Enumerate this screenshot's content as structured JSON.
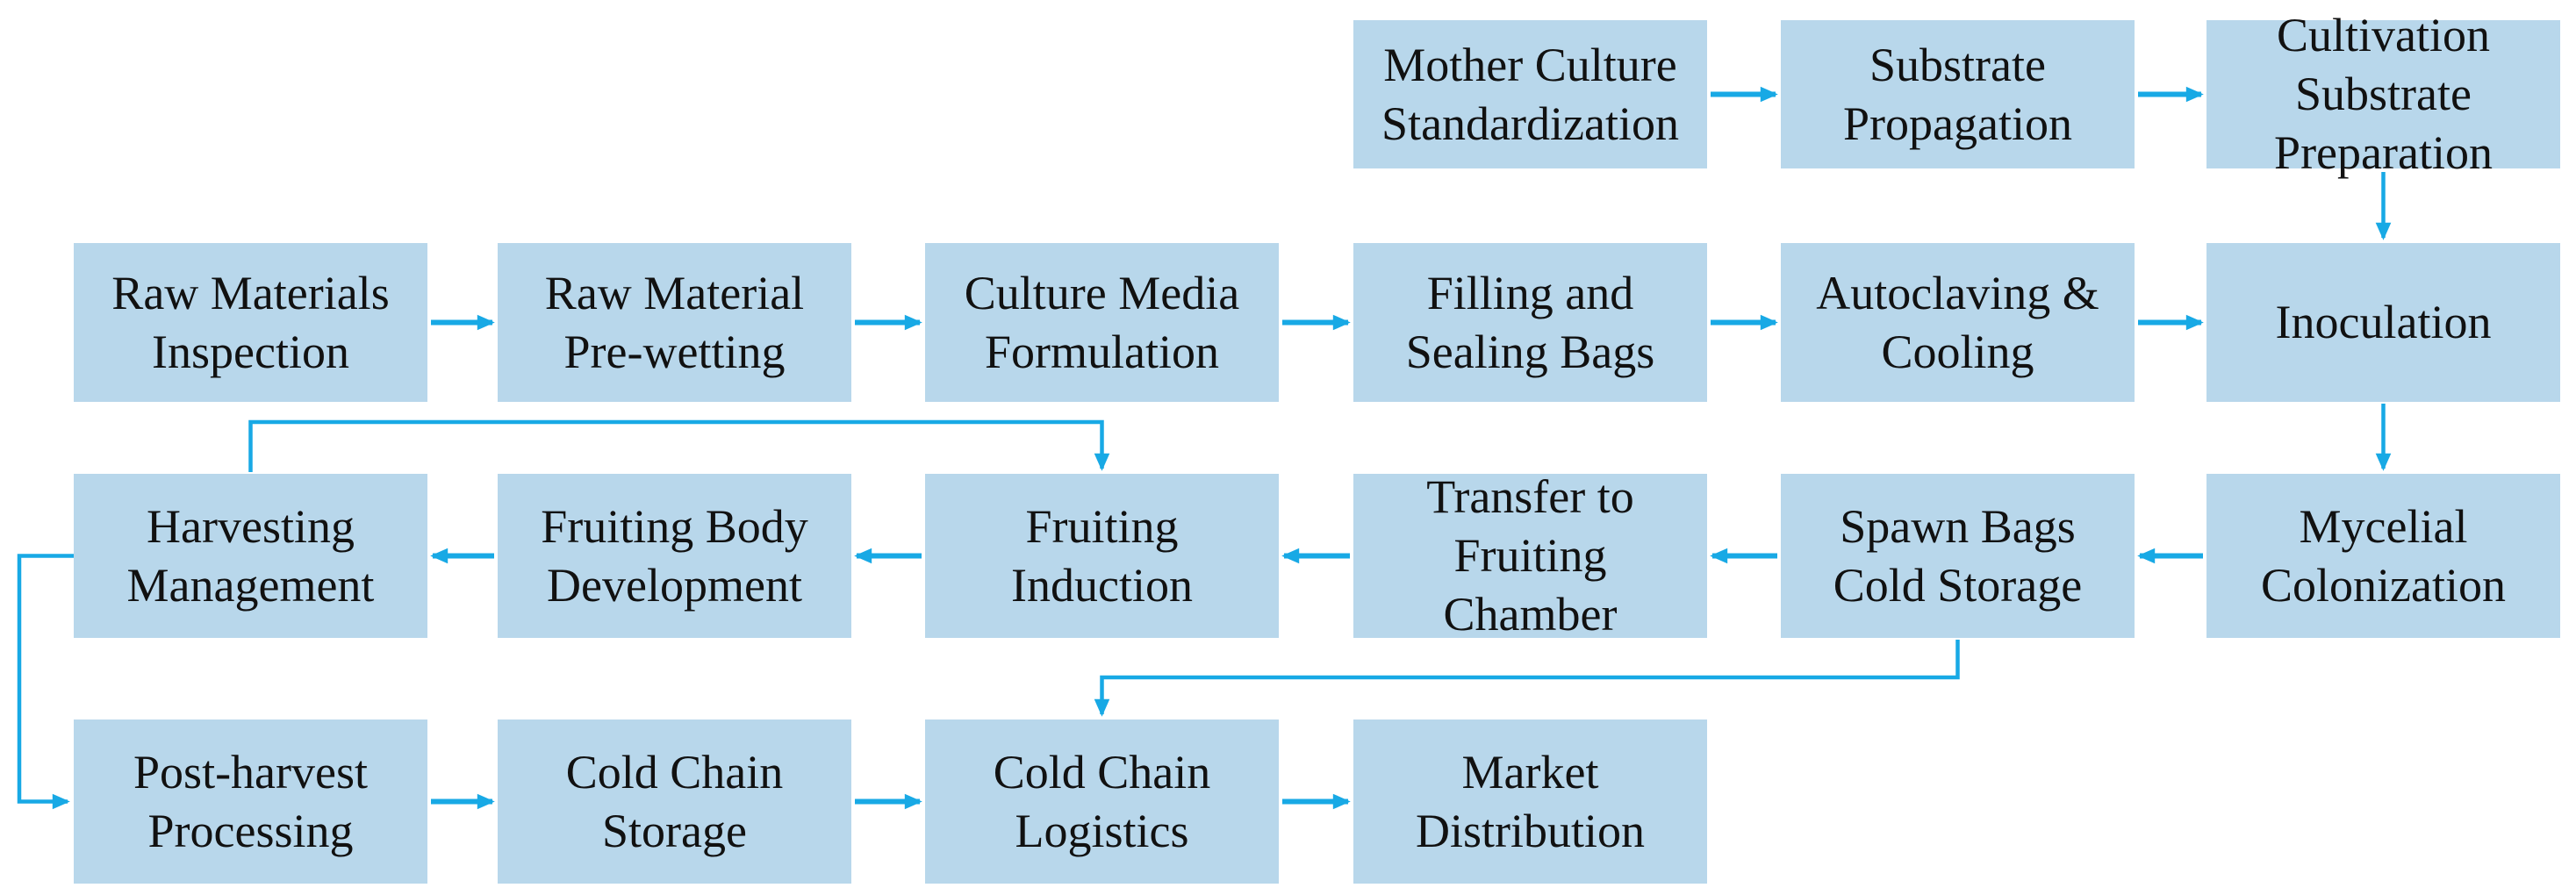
{
  "figure_type": "process-flowchart",
  "colors": {
    "background": "#ffffff",
    "box_fill": "#b8d7eb",
    "arrow": "#18a9e5",
    "text": "#111111"
  },
  "nodes": [
    {
      "id": "mother-culture-standardization",
      "label": "Mother Culture\nStandardization"
    },
    {
      "id": "substrate-propagation",
      "label": "Substrate\nPropagation"
    },
    {
      "id": "cultivation-substrate-preparation",
      "label": "Cultivation\nSubstrate\nPreparation"
    },
    {
      "id": "raw-materials-inspection",
      "label": "Raw Materials\nInspection"
    },
    {
      "id": "raw-material-pre-wetting",
      "label": "Raw Material\nPre-wetting"
    },
    {
      "id": "culture-media-formulation",
      "label": "Culture Media\nFormulation"
    },
    {
      "id": "filling-and-sealing-bags",
      "label": "Filling and\nSealing Bags"
    },
    {
      "id": "autoclaving-and-cooling",
      "label": "Autoclaving &\nCooling"
    },
    {
      "id": "inoculation",
      "label": "Inoculation"
    },
    {
      "id": "mycelial-colonization",
      "label": "Mycelial\nColonization"
    },
    {
      "id": "spawn-bags-cold-storage",
      "label": "Spawn Bags\nCold Storage"
    },
    {
      "id": "transfer-to-fruiting-chamber",
      "label": "Transfer to\nFruiting\nChamber"
    },
    {
      "id": "fruiting-induction",
      "label": "Fruiting\nInduction"
    },
    {
      "id": "fruiting-body-development",
      "label": "Fruiting Body\nDevelopment"
    },
    {
      "id": "harvesting-management",
      "label": "Harvesting\nManagement"
    },
    {
      "id": "post-harvest-processing",
      "label": "Post-harvest\nProcessing"
    },
    {
      "id": "cold-chain-storage",
      "label": "Cold Chain\nStorage"
    },
    {
      "id": "cold-chain-logistics",
      "label": "Cold Chain\nLogistics"
    },
    {
      "id": "market-distribution",
      "label": "Market\nDistribution"
    }
  ],
  "edges": [
    {
      "from": "mother-culture-standardization",
      "to": "substrate-propagation"
    },
    {
      "from": "substrate-propagation",
      "to": "cultivation-substrate-preparation"
    },
    {
      "from": "cultivation-substrate-preparation",
      "to": "inoculation"
    },
    {
      "from": "raw-materials-inspection",
      "to": "raw-material-pre-wetting"
    },
    {
      "from": "raw-material-pre-wetting",
      "to": "culture-media-formulation"
    },
    {
      "from": "culture-media-formulation",
      "to": "filling-and-sealing-bags"
    },
    {
      "from": "filling-and-sealing-bags",
      "to": "autoclaving-and-cooling"
    },
    {
      "from": "autoclaving-and-cooling",
      "to": "inoculation"
    },
    {
      "from": "inoculation",
      "to": "mycelial-colonization"
    },
    {
      "from": "mycelial-colonization",
      "to": "spawn-bags-cold-storage"
    },
    {
      "from": "spawn-bags-cold-storage",
      "to": "transfer-to-fruiting-chamber"
    },
    {
      "from": "transfer-to-fruiting-chamber",
      "to": "fruiting-induction"
    },
    {
      "from": "fruiting-induction",
      "to": "fruiting-body-development"
    },
    {
      "from": "fruiting-body-development",
      "to": "harvesting-management"
    },
    {
      "from": "harvesting-management",
      "to": "fruiting-induction"
    },
    {
      "from": "harvesting-management",
      "to": "post-harvest-processing"
    },
    {
      "from": "spawn-bags-cold-storage",
      "to": "cold-chain-logistics"
    },
    {
      "from": "post-harvest-processing",
      "to": "cold-chain-storage"
    },
    {
      "from": "cold-chain-storage",
      "to": "cold-chain-logistics"
    },
    {
      "from": "cold-chain-logistics",
      "to": "market-distribution"
    }
  ]
}
